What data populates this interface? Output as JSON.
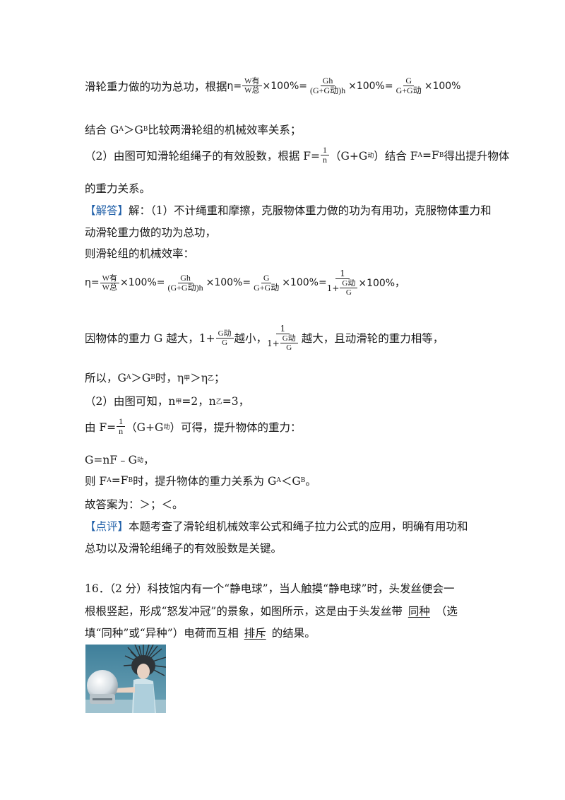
{
  "lines": {
    "l1_text": "滑轮重力做的功为总功，根据",
    "l2": "结合 G",
    "l2_sub_a": "A",
    "l2_gt": "＞G",
    "l2_sub_b": "B",
    "l2_rest": "比较两滑轮组的机械效率关系；",
    "l3_pre": "（2）由图可知滑轮组绳子的有效股数，根据 F=",
    "l3_mid": "（G+G",
    "l3_sub_dong": "动",
    "l3_post": "）结合 F",
    "l3_sub_a": "A",
    "l3_eq": "=F",
    "l3_sub_b": "B",
    "l3_end": "得出提升物体",
    "l4": "的重力关系。",
    "l5_tag": "【解答】",
    "l5_text": "解：（1）不计绳重和摩擦，克服物体重力做的功为有用功，克服物体重力和",
    "l6": "动滑轮重力做的功为总功，",
    "l7": "则滑轮组的机械效率：",
    "l9_pre": "因物体的重力 G 越大，1+",
    "l9_mid": "越小，",
    "l9_post": "越大，且动滑轮的重力相等，",
    "l10_pre": "所以，G",
    "l10_a": "A",
    "l10_gt": "＞G",
    "l10_b": "B",
    "l10_mid": "时，η",
    "l10_jia": "甲",
    "l10_gt2": "＞η",
    "l10_yi": "乙",
    "l10_end": "；",
    "l11_pre": "（2）由图可知，n",
    "l11_jia": "甲",
    "l11_mid": "=2，n",
    "l11_yi": "乙",
    "l11_end": "=3，",
    "l12_pre": "由 F=",
    "l12_mid": "（G+G",
    "l12_dong": "动",
    "l12_end": "）可得，提升物体的重力：",
    "l13_pre": "G=nF﹣G",
    "l13_dong": "动",
    "l13_end": "，",
    "l14_pre": "则 F",
    "l14_a": "A",
    "l14_eq": "=F",
    "l14_b": "B",
    "l14_mid": "时，提升物体的重力关系为 G",
    "l14_ga": "A",
    "l14_lt": "＜G",
    "l14_gb": "B",
    "l14_end": "。",
    "l15": "故答案为：＞；＜。",
    "l16_tag": "【点评】",
    "l16_text": "本题考查了滑轮组机械效率公式和绳子拉力公式的应用，明确有用功和",
    "l17": "总功以及滑轮组绳子的有效股数是关键。",
    "q16_a": "16．（2 分）科技馆内有一个“静电球”，当人触摸“静电球”时，头发丝便会一",
    "q16_b": "根根竖起，形成“怒发冲冠”的景象，如图所示，这是由于头发丝带",
    "q16_ans1": "同种",
    "q16_c": "（选",
    "q16_d": "填“同种”或“异种”）电荷而互相",
    "q16_ans2": "排斥",
    "q16_e": "的结果。"
  },
  "math": {
    "eta": "η=",
    "w_you": "W有",
    "w_zong": "W总",
    "times100": "×100%=",
    "times100_end": "×100%",
    "times100_comma": "×100%，",
    "gh": "Gh",
    "g_gdong_h": "(G+G动)h",
    "g": "G",
    "g_plus_gdong": "G+G动",
    "one": "1",
    "n": "n",
    "one_plus": "1+",
    "g_dong": "G动"
  },
  "colors": {
    "tag_blue": "#1f5fa8",
    "text": "#1a1a1a"
  }
}
